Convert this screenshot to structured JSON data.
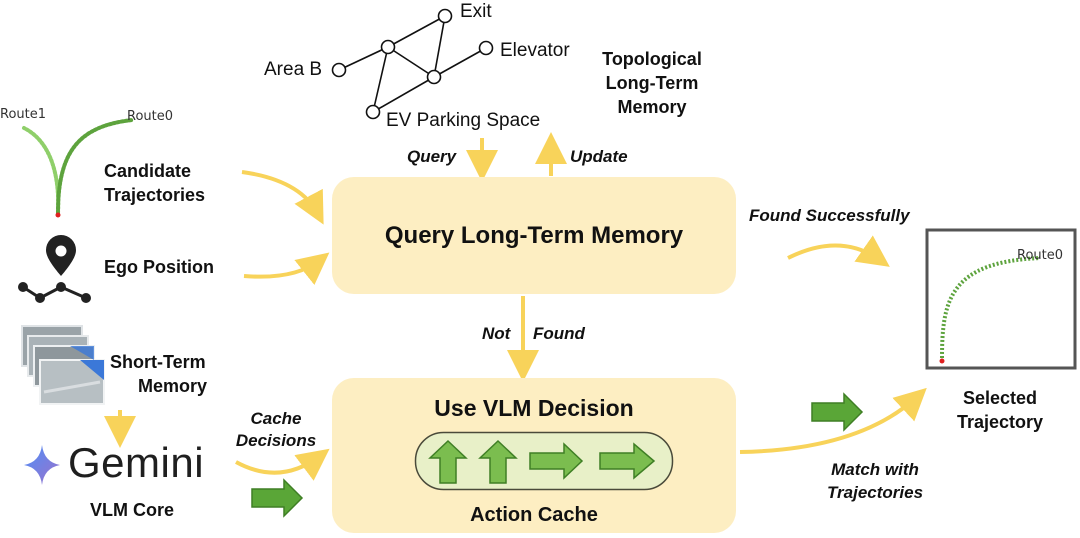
{
  "graph": {
    "title_line1": "Topological",
    "title_line2": "Long-Term",
    "title_line3": "Memory",
    "nodes": [
      "Exit",
      "Elevator",
      "Area B",
      "EV Parking Space"
    ]
  },
  "inputs": {
    "route1": "Route1",
    "route0": "Route0",
    "candidate_line1": "Candidate",
    "candidate_line2": "Trajectories",
    "ego": "Ego Position",
    "short_term_line1": "Short-Term",
    "short_term_line2": "Memory",
    "gemini": "Gemini",
    "vlm_core": "VLM Core"
  },
  "arrows": {
    "query": "Query",
    "update": "Update",
    "found": "Found Successfully",
    "not": "Not",
    "found_word": "Found",
    "cache_line1": "Cache",
    "cache_line2": "Decisions",
    "match_line1": "Match with",
    "match_line2": "Trajectories"
  },
  "boxes": {
    "query_memory": "Query Long-Term Memory",
    "vlm_decision": "Use VLM Decision",
    "action_cache": "Action Cache"
  },
  "output": {
    "route0": "Route0",
    "selected_line1": "Selected",
    "selected_line2": "Trajectory"
  },
  "colors": {
    "box_fill": "#fdeec2",
    "arrow_yellow": "#f8d35a",
    "action_green": "#5aa637",
    "trajectory_green": "#6bb84a"
  }
}
